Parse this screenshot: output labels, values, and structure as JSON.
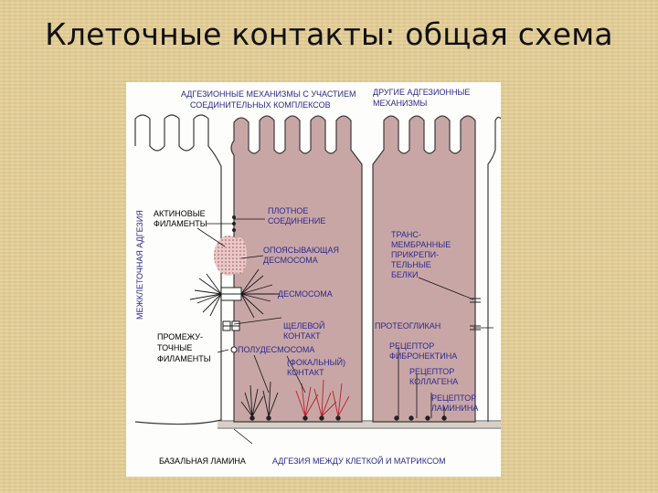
{
  "title": "Клеточные контакты: общая схема",
  "labels": {
    "header_left": [
      "АДГЕЗИОННЫЕ МЕХАНИЗМЫ С УЧАСТИЕМ",
      "СОЕДИНИТЕЛЬНЫХ КОМПЛЕКСОВ"
    ],
    "header_right": [
      "ДРУГИЕ АДГЕЗИОННЫЕ",
      "МЕХАНИЗМЫ"
    ],
    "vertical_left": "МЕЖКЛЕТОЧНАЯ АДГЕЗИЯ",
    "actin": [
      "АКТИНОВЫЕ",
      "ФИЛАМЕНТЫ"
    ],
    "tight": [
      "ПЛОТНОЕ",
      "СОЕДИНЕНИЕ"
    ],
    "adherens": [
      "ОПОЯСЫВАЮЩАЯ",
      "ДЕСМОСОМА"
    ],
    "desmosome": "ДЕСМОСОМА",
    "intermediate": [
      "ПРОМЕЖУ-",
      "ТОЧНЫЕ",
      "ФИЛАМЕНТЫ"
    ],
    "gap": [
      "ЩЕЛЕВОЙ",
      "КОНТАКТ"
    ],
    "hemidesmosome": "ПОЛУДЕСМОСОМА",
    "focal": [
      "(ФОКАЛЬНЫЙ)",
      "КОНТАКТ"
    ],
    "transmembrane": [
      "ТРАНС-",
      "МЕМБРАННЫЕ",
      "ПРИКРЕПИ-",
      "ТЕЛЬНЫЕ",
      "БЕЛКИ"
    ],
    "proteoglycan": "ПРОТЕОГЛИКАН",
    "fibronectin": [
      "РЕЦЕПТОР",
      "ФИБРОНЕКТИНА"
    ],
    "collagen": [
      "РЕЦЕПТОР",
      "КОЛЛАГЕНА"
    ],
    "laminin": [
      "РЕЦЕПТОР",
      "ЛАМИНИНА"
    ],
    "basal": "БАЗАЛЬНАЯ ЛАМИНА",
    "matrix": "АДГЕЗИЯ МЕЖДУ КЛЕТКОЙ И МАТРИКСОМ"
  },
  "colors": {
    "cell_fill": "#c9a6a6",
    "text_blue": "#2a2a8c",
    "outline": "#3a3a3a",
    "title": "#111111",
    "background": "#e5cf97"
  }
}
